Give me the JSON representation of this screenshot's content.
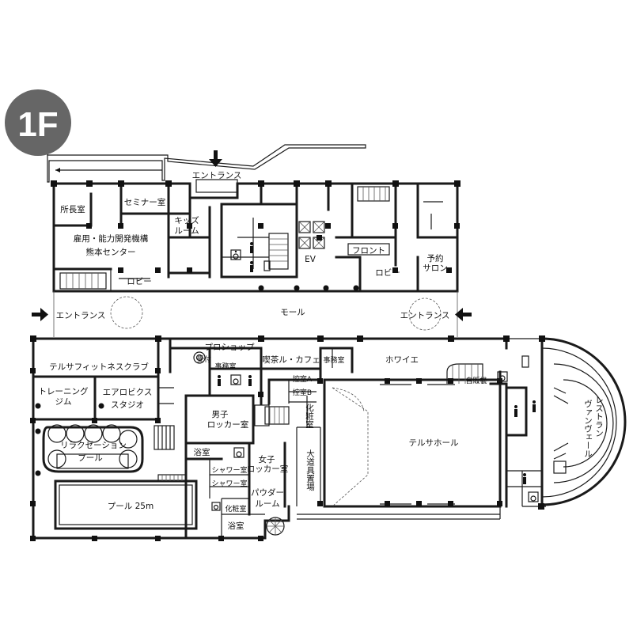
{
  "floor": {
    "badge": "1F",
    "badge_color": "#666666"
  },
  "labels": {
    "entrance_top": "エントランス",
    "entrance_left": "エントランス",
    "entrance_right": "エントランス",
    "director_room": "所長室",
    "seminar_room": "セミナー室",
    "kids_room_1": "キッズ",
    "kids_room_2": "ルーム",
    "employment_center_1": "雇用・能力開発機構",
    "employment_center_2": "熊本センター",
    "lobby_left": "ロビー",
    "front": "フロント",
    "lobby_right": "ロビー",
    "reservation_1": "予約",
    "reservation_2": "サロン",
    "ev": "EV",
    "mall": "モール",
    "fitness_club": "テルサフィットネスクラブ",
    "pro_shop": "プロショップ",
    "reception": "受付",
    "office_left": "事務室",
    "cafe": "喫茶ル・カフェ",
    "office_right": "事務室",
    "foyer": "ホワイエ",
    "vending": "自販機",
    "training_gym_1": "トレーニング",
    "training_gym_2": "ジム",
    "aerobics_1": "エアロビクス",
    "aerobics_2": "スタジオ",
    "smoking_a": "控室A",
    "smoking_b": "控室B",
    "powder_small": "化粧室",
    "mens_locker_1": "男子",
    "mens_locker_2": "ロッカー室",
    "relax_pool_1": "リラクゼーション",
    "relax_pool_2": "プール",
    "bath_top": "浴室",
    "shower_1": "シャワー室",
    "shower_2": "シャワー室",
    "womens_locker_1": "女子",
    "womens_locker_2": "ロッカー室",
    "powder_room_1": "パウダー",
    "powder_room_2": "ルーム",
    "makeup_room": "化粧室",
    "bath_bottom": "浴室",
    "storage": "大道具置場",
    "pool_25": "プール 25m",
    "terrsa_hall": "テルサホール",
    "restaurant_1": "レストラン",
    "restaurant_2": "ヴァンヴェール"
  }
}
